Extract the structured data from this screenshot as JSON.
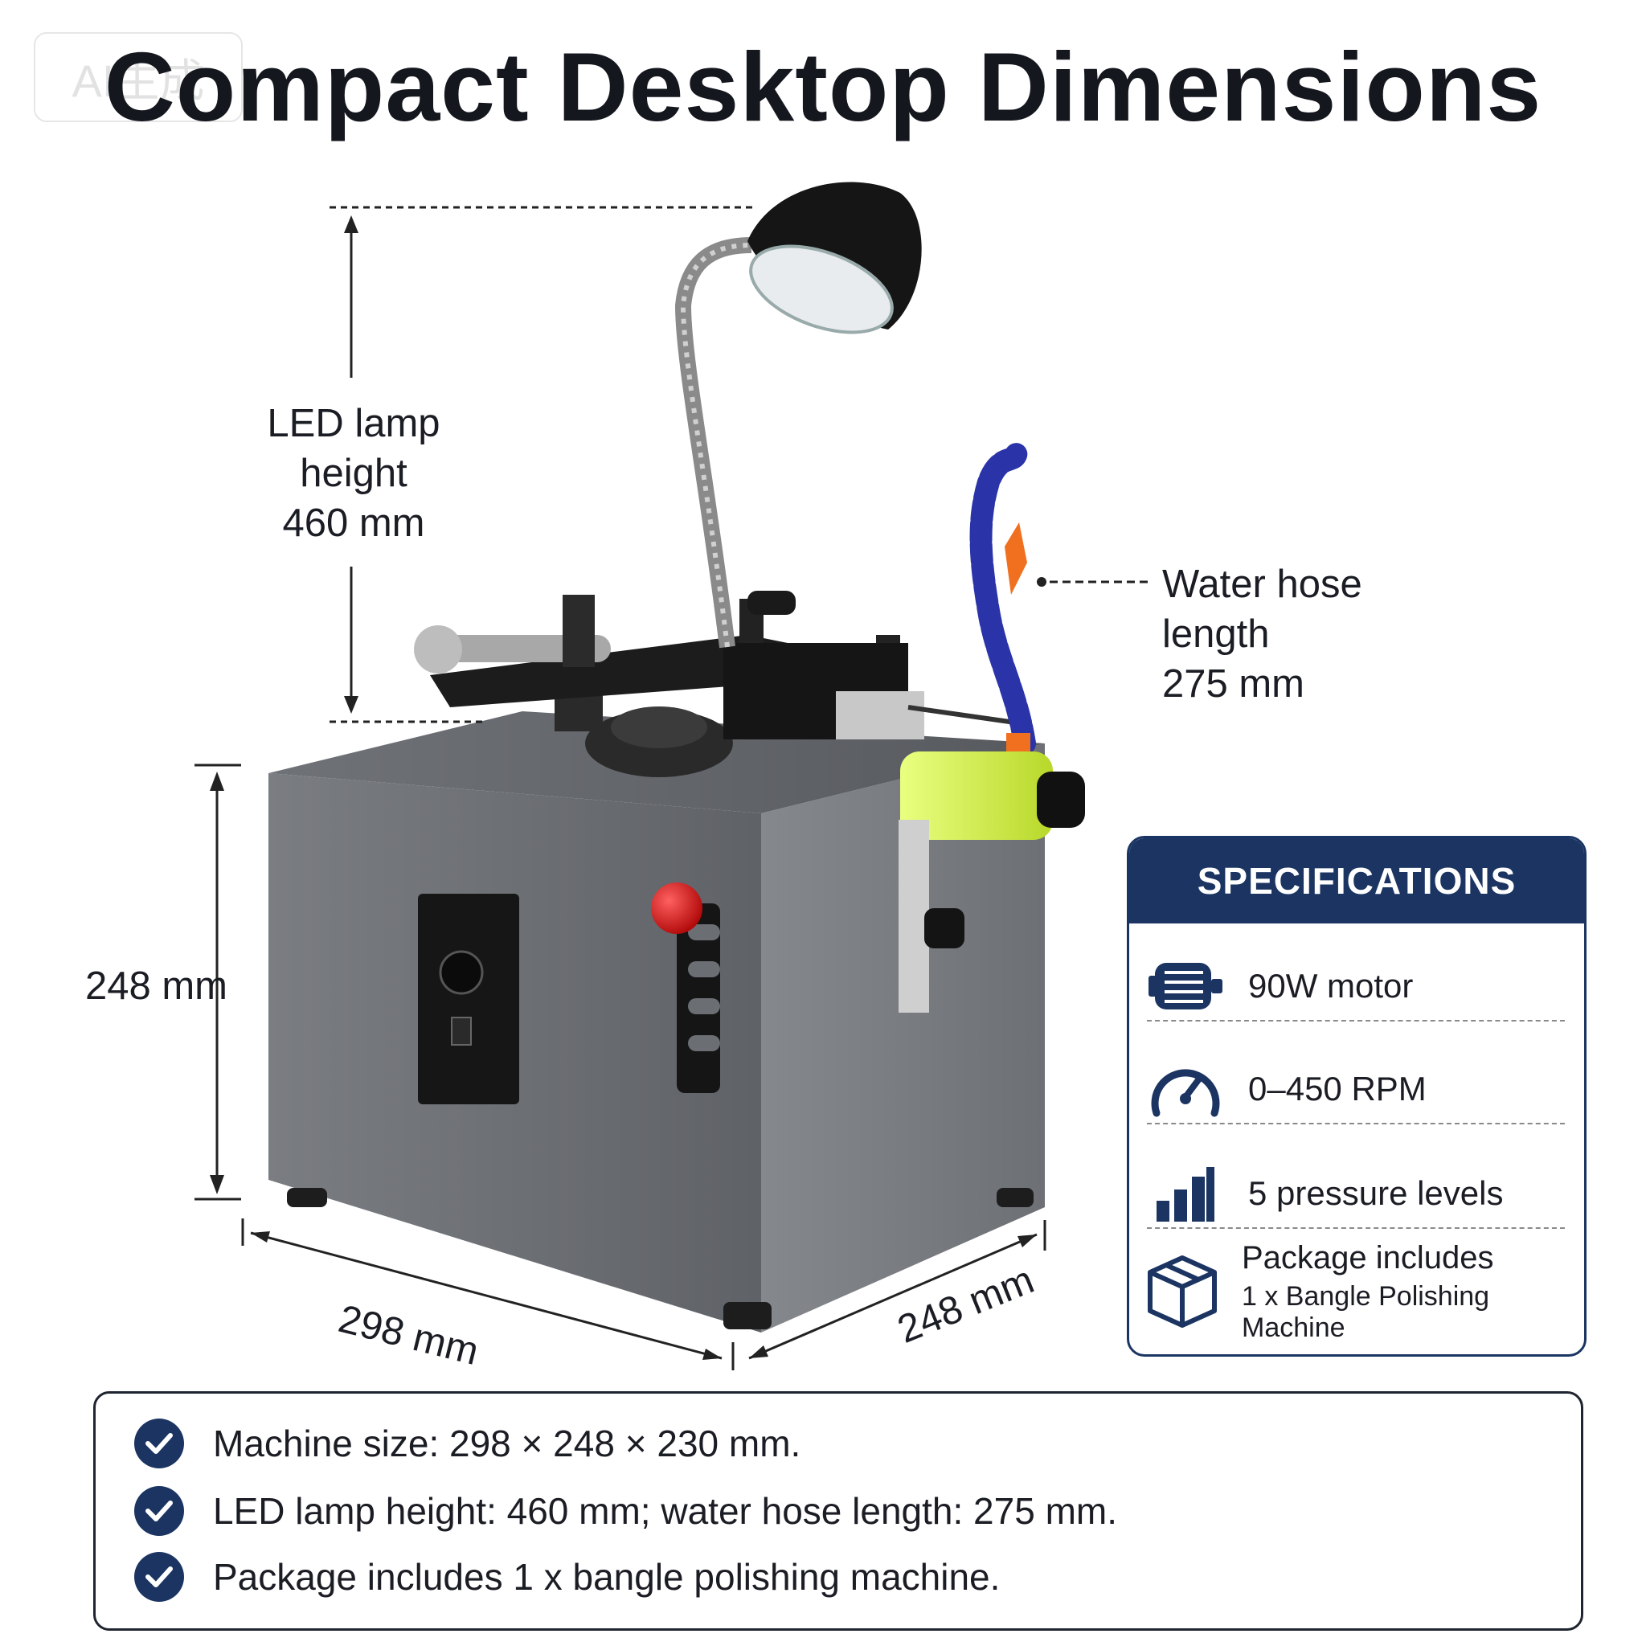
{
  "watermark": "AI生成",
  "title": "Compact Desktop Dimensions",
  "dimensions": {
    "lamp_height": [
      "LED lamp",
      "height",
      "460 mm"
    ],
    "water_hose": [
      "Water hose",
      "length",
      "275 mm"
    ],
    "height": "248 mm",
    "width": "298 mm",
    "depth": "248 mm"
  },
  "specifications": {
    "heading": "SPECIFICATIONS",
    "items": [
      {
        "icon": "motor-icon",
        "text": "90W motor"
      },
      {
        "icon": "speedometer-icon",
        "text": "0–450 RPM"
      },
      {
        "icon": "bar-chart-icon",
        "text": "5 pressure levels"
      },
      {
        "icon": "box-icon",
        "text": "Package includes",
        "subtext": "1 x Bangle Polishing Machine"
      }
    ]
  },
  "notes": [
    "Machine size: 298 × 248 × 230 mm.",
    "LED lamp height:  460 mm; water hose length: 275 mm.",
    "Package includes 1 x bangle polishing machine."
  ],
  "colors": {
    "accent": "#1b3462",
    "machine_body": "#6b6e73",
    "hose": "#2a33a8",
    "coolant": "#d8f54a",
    "knob": "#d01010"
  }
}
